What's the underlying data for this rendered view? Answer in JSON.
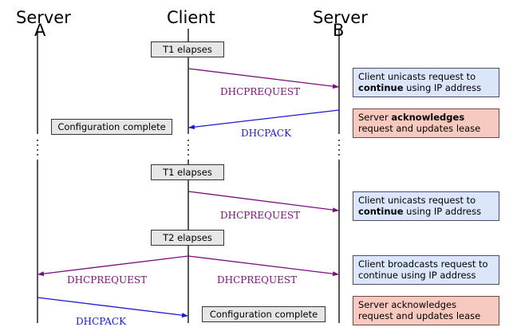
{
  "headers": {
    "server_a_word": "Server",
    "server_a_letter": "A",
    "client": "Client",
    "server_b_word": "Server",
    "server_b_letter": "B"
  },
  "steps": {
    "t1_a": "T1 elapses",
    "req_a": "DHCPREQUEST",
    "note_a_pre": "Client unicasts request to",
    "note_a_bold": "continue",
    "note_a_post": " using IP address",
    "config_a": "Configuration complete",
    "ack_a": "DHCPACK",
    "ack_note_pre": "Server ",
    "ack_note_bold": "acknowledges",
    "ack_note_post": "request and updates lease",
    "t1_b": "T1 elapses",
    "req_b": "DHCPREQUEST",
    "note_b_pre": "Client unicasts request to",
    "note_b_bold": "continue",
    "note_b_post": " using IP address",
    "t2": "T2 elapses",
    "req_left": "DHCPREQUEST",
    "req_right": "DHCPREQUEST",
    "bcast_note": "Client broadcasts request to continue using IP address",
    "ack_b": "DHCPACK",
    "config_b": "Configuration complete",
    "ack_note_2": "Server acknowledges request and updates lease"
  },
  "colors": {
    "purple": "#7b0f7b",
    "blue": "#1a1ad2",
    "blue_box": "#dbe6fb",
    "pink_box": "#f8c9be",
    "gray_box": "#e6e6e6"
  }
}
